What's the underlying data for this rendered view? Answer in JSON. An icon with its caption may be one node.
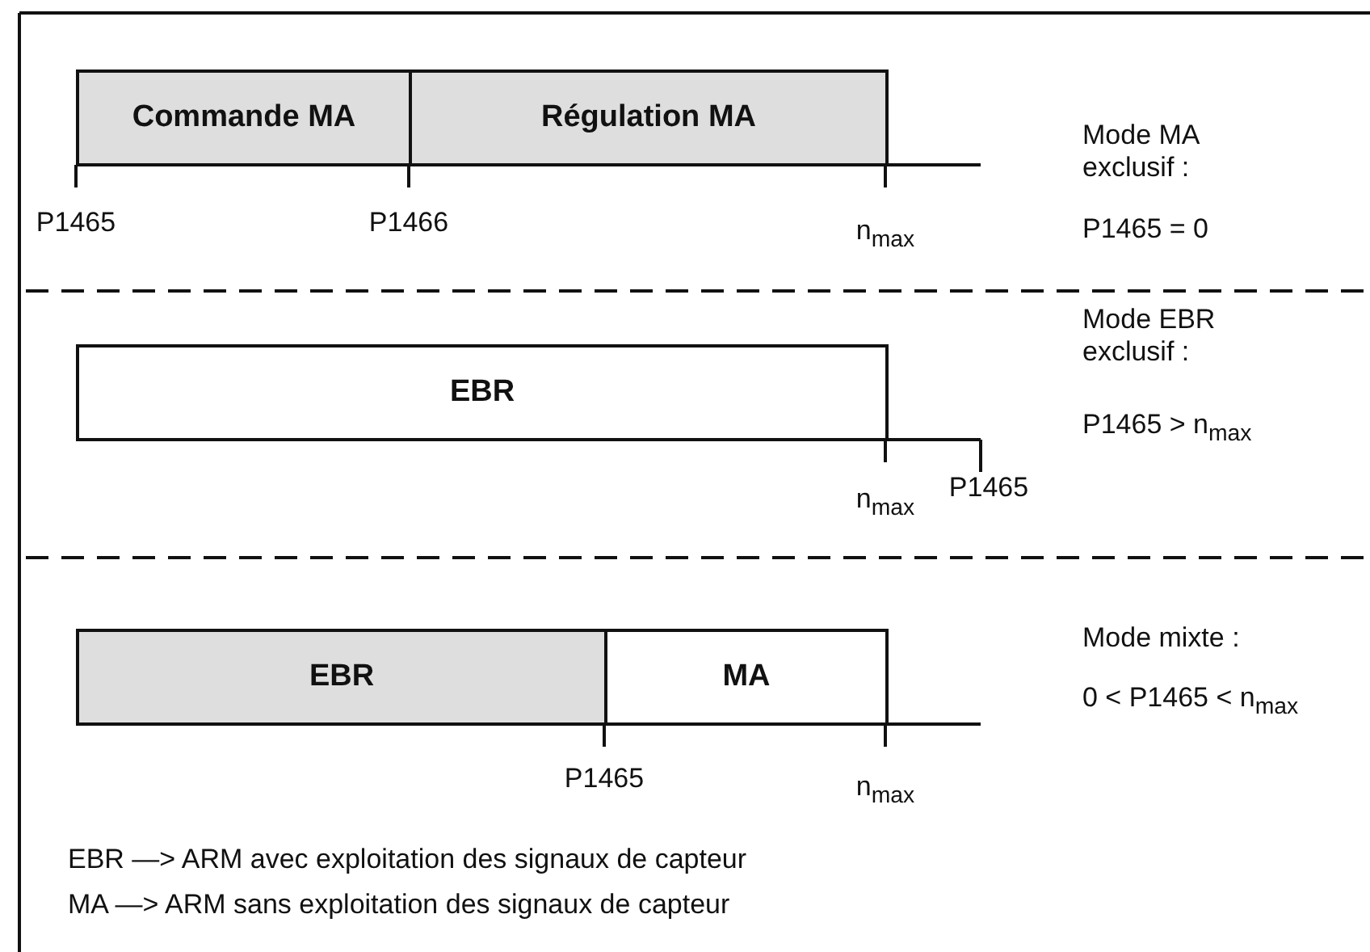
{
  "diagram": {
    "nodes": [
      {
        "text": [
          "Commande MA"
        ]
      },
      {
        "text": [
          "Régulation MA"
        ]
      },
      {
        "text": [
          "EBR"
        ]
      },
      {
        "text": [
          "EBR"
        ]
      },
      {
        "text": [
          "MA"
        ]
      }
    ],
    "labels": [
      "Mode MA exclusif :",
      "P1465 = 0",
      "P1465",
      "P1466",
      "n$_{max}$",
      "Mode EBR exclusif :",
      "P1465 > n$_{max}$",
      "n$_{max}$",
      "P1465",
      "Mode mixte :",
      "0 < P1465 < n$_{max}$",
      "P1465",
      "n$_{max}$",
      "EBR —> ARM avec exploitation des signaux de capteur",
      "MA —> ARM sans exploitation des signaux de capteur"
    ]
  }
}
